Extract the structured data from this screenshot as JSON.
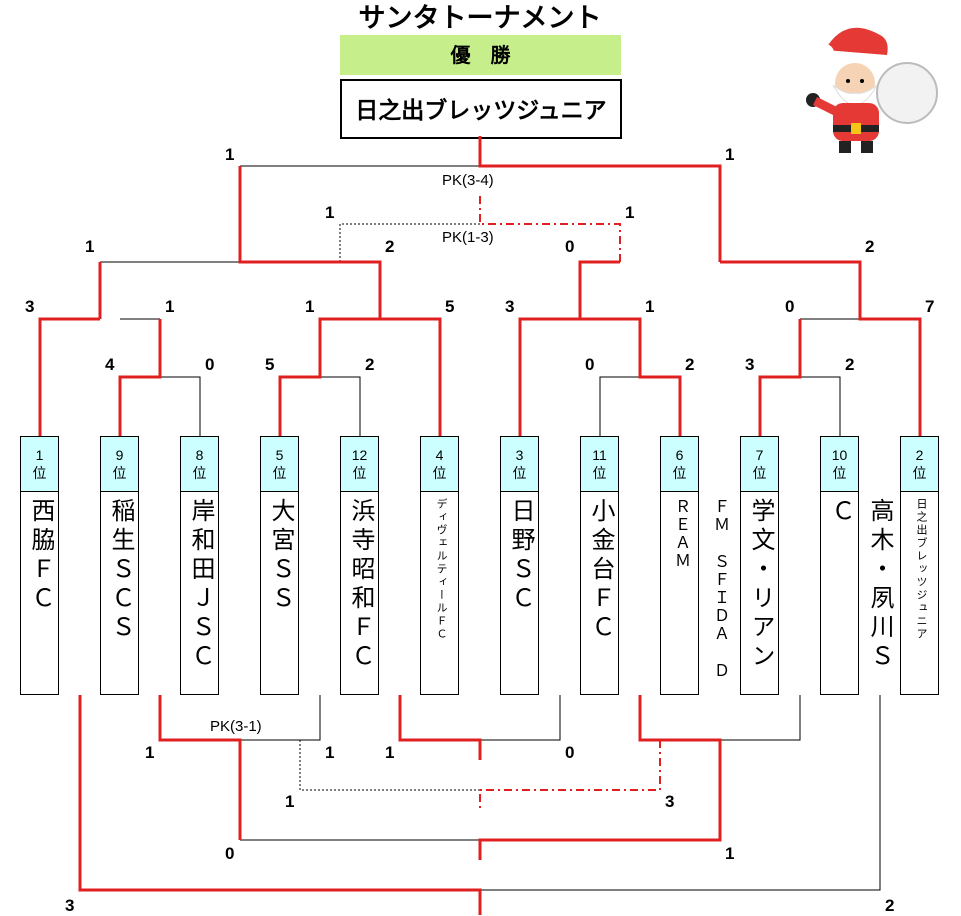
{
  "title": "サンタトーナメント",
  "winner_label": "優　勝",
  "champion": "日之出ブレッツジュニア",
  "teams": [
    {
      "rank": "1\n位",
      "name": "西脇ＦＣ",
      "size": "large"
    },
    {
      "rank": "9\n位",
      "name": "稲生ＳＣＳ",
      "size": "large"
    },
    {
      "rank": "8\n位",
      "name": "岸和田ＪＳＣ",
      "size": "large"
    },
    {
      "rank": "5\n位",
      "name": "大宮ＳＳ",
      "size": "large"
    },
    {
      "rank": "12\n位",
      "name": "浜寺昭和ＦＣ",
      "size": "large"
    },
    {
      "rank": "4\n位",
      "name": "ディヴェルティールＦＣ",
      "size": "small"
    },
    {
      "rank": "3\n位",
      "name": "日野ＳＣ",
      "size": "large"
    },
    {
      "rank": "11\n位",
      "name": "小金台ＦＣ",
      "size": "large"
    },
    {
      "rank": "6\n位",
      "name": "ＦＭ ＳＦＩＤＡ ＤＲＥＡＭ",
      "size": "mid"
    },
    {
      "rank": "7\n位",
      "name": "学文・リアン",
      "size": "large"
    },
    {
      "rank": "10\n位",
      "name": "高木・夙川ＳＣ",
      "size": "large"
    },
    {
      "rank": "2\n位",
      "name": "日之出ブレッツジュニア",
      "size": "small"
    }
  ],
  "top_scores": [
    "1",
    "1",
    "1",
    "1",
    "1",
    "2",
    "0",
    "2",
    "3",
    "1",
    "1",
    "5",
    "3",
    "1",
    "0",
    "7",
    "4",
    "0",
    "5",
    "2",
    "0",
    "2",
    "3",
    "2"
  ],
  "top_pk": [
    "PK(3-4)",
    "PK(1-3)"
  ],
  "bottom_scores": [
    "1",
    "1",
    "1",
    "0",
    "1",
    "3",
    "0",
    "1",
    "3",
    "2"
  ],
  "bottom_pk": [
    "PK(3-1)"
  ],
  "colors": {
    "win": "#e02020",
    "line": "#000000",
    "rank_bg": "#ccffff",
    "winner_bg": "#c6ef8c"
  }
}
